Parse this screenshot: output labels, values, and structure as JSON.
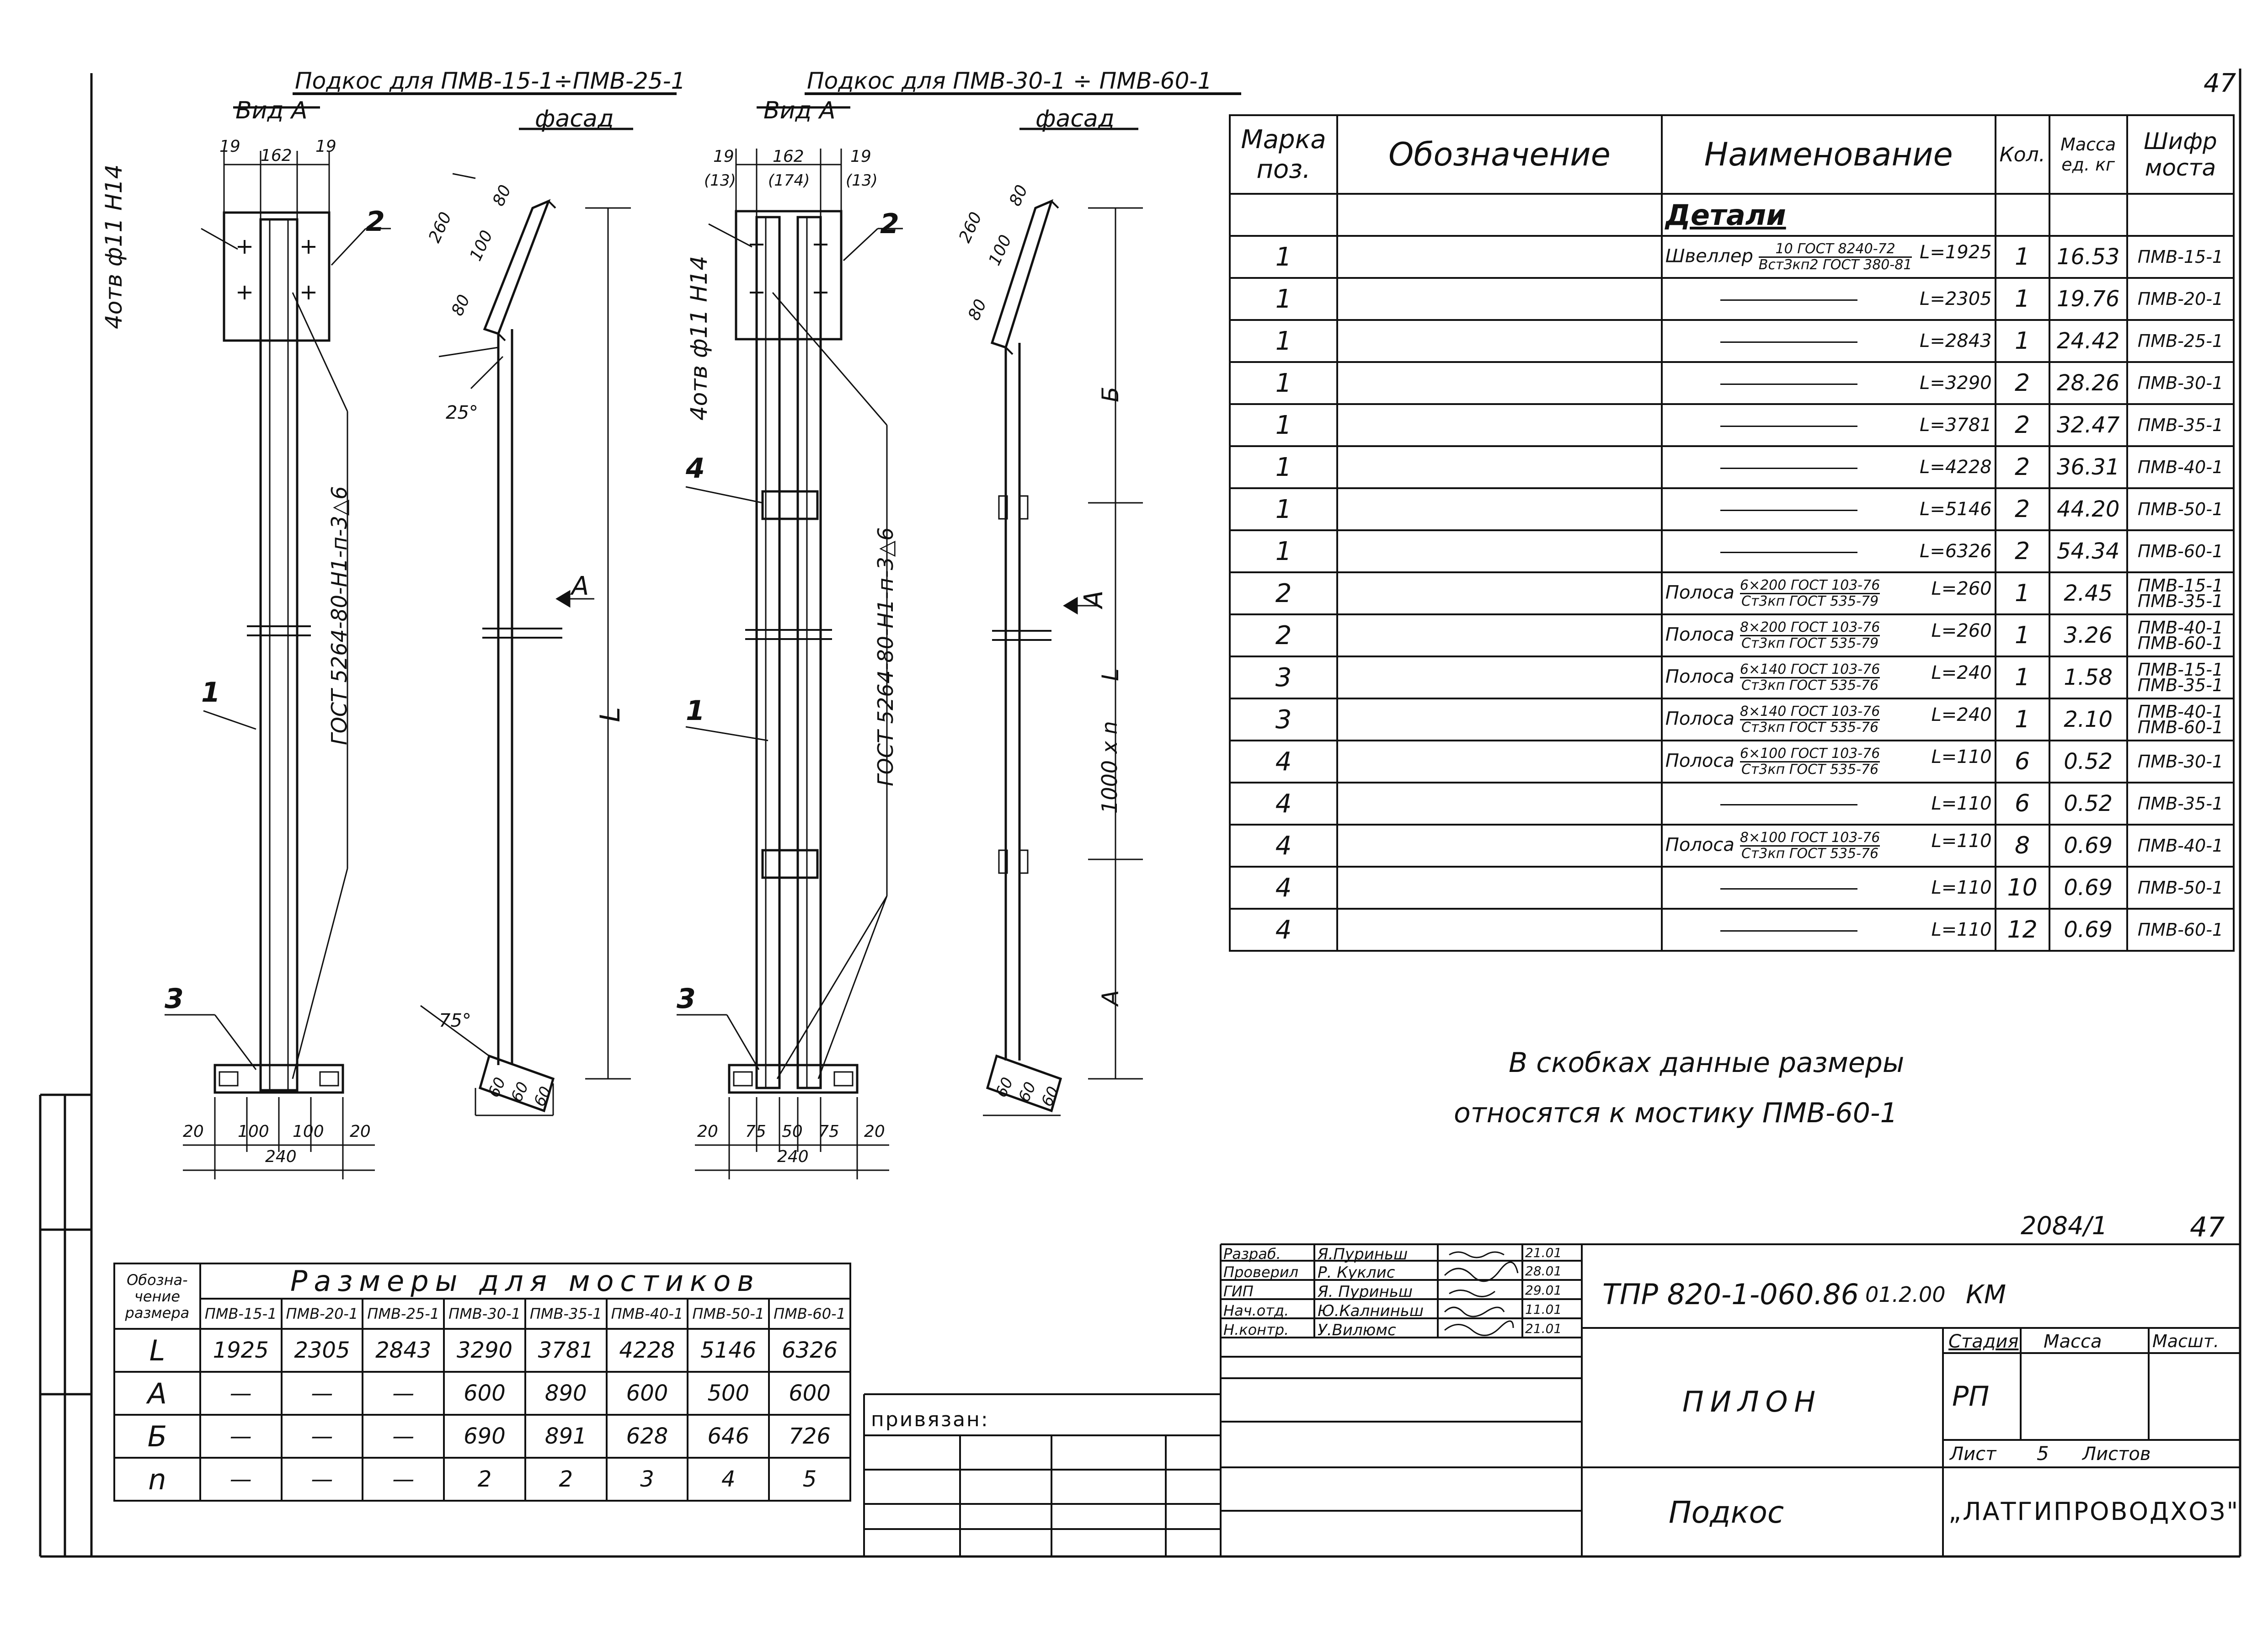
{
  "sheet_number": "47",
  "sheet_number_bottom": "47",
  "doc_ref": "2084/1",
  "views": {
    "left_title": "Подкос для ПМВ-15-1÷ПМВ-25-1",
    "right_title": "Подкос для ПМВ-30-1 ÷ ПМВ-60-1",
    "vid_a": "Вид А",
    "fasad": "фасад",
    "hole_note": "4отв ф11 Н14",
    "weld_note": "ГОСТ 5264-80-Н1-п-3△6",
    "angle_25": "25°",
    "angle_75": "75°",
    "arrow_a": "А",
    "label_L": "L",
    "label_B": "Б",
    "label_A": "А",
    "label_1000n": "1000 x n",
    "dims_left_top": [
      "19",
      "162",
      "19"
    ],
    "dims_right_top": [
      "19",
      "162",
      "19"
    ],
    "dims_right_top_alt": [
      "(13)",
      "(174)",
      "(13)"
    ],
    "dims_left_bottom": [
      "20",
      "100",
      "100",
      "20"
    ],
    "dims_right_bottom": [
      "20",
      "75",
      "50",
      "75",
      "20"
    ],
    "dim_240": "240",
    "dims_slant": [
      "260",
      "80",
      "100",
      "80"
    ],
    "dims_foot": [
      "60",
      "60",
      "60"
    ],
    "pos_marks": [
      "1",
      "2",
      "3",
      "4"
    ]
  },
  "spec": {
    "headers": [
      "Марка поз.",
      "Обозначение",
      "Наименование",
      "Кол.",
      "Масса ед. кг",
      "Шифр мостa"
    ],
    "section": "Детали",
    "rows": [
      {
        "pos": "1",
        "name": "Швеллер",
        "sub1": "10 ГОСТ 8240-72",
        "sub2": "ВстЗкп2 ГОСТ 380-81",
        "len": "L=1925",
        "qty": "1",
        "mass": "16.53",
        "code": "ПМВ-15-1"
      },
      {
        "pos": "1",
        "name": "",
        "sub1": "",
        "sub2": "",
        "len": "L=2305",
        "qty": "1",
        "mass": "19.76",
        "code": "ПМВ-20-1"
      },
      {
        "pos": "1",
        "name": "",
        "sub1": "",
        "sub2": "",
        "len": "L=2843",
        "qty": "1",
        "mass": "24.42",
        "code": "ПМВ-25-1"
      },
      {
        "pos": "1",
        "name": "",
        "sub1": "",
        "sub2": "",
        "len": "L=3290",
        "qty": "2",
        "mass": "28.26",
        "code": "ПМВ-30-1"
      },
      {
        "pos": "1",
        "name": "",
        "sub1": "",
        "sub2": "",
        "len": "L=3781",
        "qty": "2",
        "mass": "32.47",
        "code": "ПМВ-35-1"
      },
      {
        "pos": "1",
        "name": "",
        "sub1": "",
        "sub2": "",
        "len": "L=4228",
        "qty": "2",
        "mass": "36.31",
        "code": "ПМВ-40-1"
      },
      {
        "pos": "1",
        "name": "",
        "sub1": "",
        "sub2": "",
        "len": "L=5146",
        "qty": "2",
        "mass": "44.20",
        "code": "ПМВ-50-1"
      },
      {
        "pos": "1",
        "name": "",
        "sub1": "",
        "sub2": "",
        "len": "L=6326",
        "qty": "2",
        "mass": "54.34",
        "code": "ПМВ-60-1"
      },
      {
        "pos": "2",
        "name": "Полоса",
        "sub1": "6×200 ГОСТ 103-76",
        "sub2": "Ст3кп ГОСТ 535-79",
        "len": "L=260",
        "qty": "1",
        "mass": "2.45",
        "code": "ПМВ-15-1 ПМВ-35-1"
      },
      {
        "pos": "2",
        "name": "Полоса",
        "sub1": "8×200 ГОСТ 103-76",
        "sub2": "Ст3кп ГОСТ 535-79",
        "len": "L=260",
        "qty": "1",
        "mass": "3.26",
        "code": "ПМВ-40-1 ПМВ-60-1"
      },
      {
        "pos": "3",
        "name": "Полоса",
        "sub1": "6×140 ГОСТ 103-76",
        "sub2": "Ст3кп ГОСТ 535-76",
        "len": "L=240",
        "qty": "1",
        "mass": "1.58",
        "code": "ПМВ-15-1 ПМВ-35-1"
      },
      {
        "pos": "3",
        "name": "Полоса",
        "sub1": "8×140 ГОСТ 103-76",
        "sub2": "Ст3кп ГОСТ 535-76",
        "len": "L=240",
        "qty": "1",
        "mass": "2.10",
        "code": "ПМВ-40-1 ПМВ-60-1"
      },
      {
        "pos": "4",
        "name": "Полоса",
        "sub1": "6×100 ГОСТ 103-76",
        "sub2": "Ст3кп ГОСТ 535-76",
        "len": "L=110",
        "qty": "6",
        "mass": "0.52",
        "code": "ПМВ-30-1"
      },
      {
        "pos": "4",
        "name": "",
        "sub1": "",
        "sub2": "",
        "len": "L=110",
        "qty": "6",
        "mass": "0.52",
        "code": "ПМВ-35-1"
      },
      {
        "pos": "4",
        "name": "Полоса",
        "sub1": "8×100 ГОСТ 103-76",
        "sub2": "Ст3кп ГОСТ 535-76",
        "len": "L=110",
        "qty": "8",
        "mass": "0.69",
        "code": "ПМВ-40-1"
      },
      {
        "pos": "4",
        "name": "",
        "sub1": "",
        "sub2": "",
        "len": "L=110",
        "qty": "10",
        "mass": "0.69",
        "code": "ПМВ-50-1"
      },
      {
        "pos": "4",
        "name": "",
        "sub1": "",
        "sub2": "",
        "len": "L=110",
        "qty": "12",
        "mass": "0.69",
        "code": "ПМВ-60-1"
      }
    ]
  },
  "note": {
    "line1": "В скобках данные размеры",
    "line2": "относятся к мостику ПМВ-60-1"
  },
  "dims_table": {
    "corner_top": "Обозна-",
    "corner_mid": "чение",
    "corner_bot": "размера",
    "title": "Размеры для мостиков",
    "columns": [
      "ПМВ-15-1",
      "ПМВ-20-1",
      "ПМВ-25-1",
      "ПМВ-30-1",
      "ПМВ-35-1",
      "ПМВ-40-1",
      "ПМВ-50-1",
      "ПМВ-60-1"
    ],
    "rows": [
      {
        "label": "L",
        "values": [
          "1925",
          "2305",
          "2843",
          "3290",
          "3781",
          "4228",
          "5146",
          "6326"
        ]
      },
      {
        "label": "А",
        "values": [
          "—",
          "—",
          "—",
          "600",
          "890",
          "600",
          "500",
          "600"
        ]
      },
      {
        "label": "Б",
        "values": [
          "—",
          "—",
          "—",
          "690",
          "891",
          "628",
          "646",
          "726"
        ]
      },
      {
        "label": "n",
        "values": [
          "—",
          "—",
          "—",
          "2",
          "2",
          "3",
          "4",
          "5"
        ]
      }
    ]
  },
  "title_block": {
    "privyazan": "привязан:",
    "roles": [
      "Разраб.",
      "Проверил",
      "ГИП",
      "Нач.отд.",
      "Н.контр."
    ],
    "names": [
      "Я.Пуриньш",
      "Р. Куклис",
      "Я. Пуриньш",
      "Ю.Калниньш",
      "У.Вилюмс"
    ],
    "dates": [
      "21.01",
      "28.01",
      "29.01",
      "11.01",
      "21.01"
    ],
    "project_code": "ТПР 820-1-060.86",
    "sub_code": "01.2.00",
    "mark": "КМ",
    "title": "ПИЛОН",
    "subtitle": "Подкос",
    "stage_label": "Стадия",
    "mass_label": "Масса",
    "scale_label": "Масшт.",
    "stage": "РП",
    "sheet_label": "Лист",
    "sheet": "5",
    "sheets_label": "Листов",
    "org": "„ЛАТГИПРОВОДХОЗ\""
  }
}
